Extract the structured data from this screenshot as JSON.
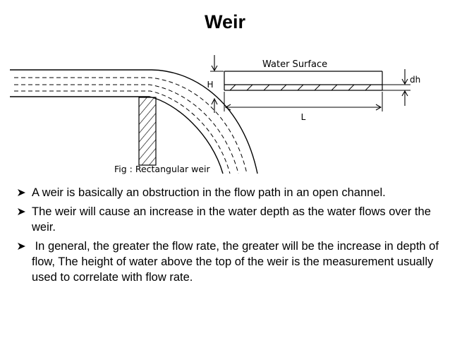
{
  "title": "Weir",
  "figure": {
    "water_surface_label": "Water Surface",
    "h_label": "H",
    "dh_label": "dh",
    "l_label": "L",
    "caption": "Fig : Rectangular weir"
  },
  "bullets": [
    "A weir is basically an obstruction in the flow path in an open channel.",
    "The weir will cause an increase in the water depth as the water flows over the weir.",
    " In general, the greater the flow rate, the greater will be the increase in depth of flow, The height of water above the top of the weir is the measurement usually used to correlate with flow rate."
  ]
}
